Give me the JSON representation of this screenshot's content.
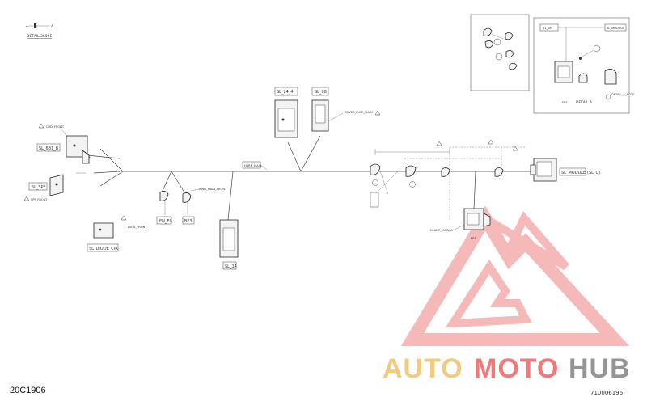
{
  "diagram": {
    "orientation_glyph_left": "←",
    "orientation_glyph_right": "A",
    "detail_title": "DETAIL 3606E",
    "detail_a_label": "DETAIL A",
    "doc_code": "20C1906",
    "part_number": "710006196",
    "connector_tags": {
      "sl_b": "SL_6B1_B",
      "sl_spf": "SL_SPF",
      "sl_diode": "SL_DIODE_CIR",
      "sl_24_a": "SL_24_4",
      "sl_08": "SL_08",
      "sl_module": "SL_MODULE",
      "sl_module_alt": "(SL_U)",
      "sl_lower": "SL_14",
      "en_e0": "EN_E0",
      "bf3": "BF3",
      "inset_j1": "J1_08",
      "inset_module": "SL_MODULE",
      "part_fp": "FP7",
      "part_fp2": "FP7"
    },
    "callouts": {
      "ground": "GRD_FRONT",
      "spare": "SPF_FRONT",
      "diode": "DIOD_FRONT",
      "ring": "RING_MAIN_FRONT",
      "cover": "COVER_FUSE_MAIN",
      "harness": "HARN_MAIN",
      "clamp": "CLAMP_MAIN_A",
      "detail_note": "DETAIL_A_NOTE"
    }
  },
  "watermark": {
    "brand_part1": "AUTO",
    "brand_part2": "MOTO",
    "brand_part3": "HUB",
    "color_gold": "#f2c46d",
    "color_red": "#f26a6a",
    "color_grey": "#8a8a8a"
  }
}
